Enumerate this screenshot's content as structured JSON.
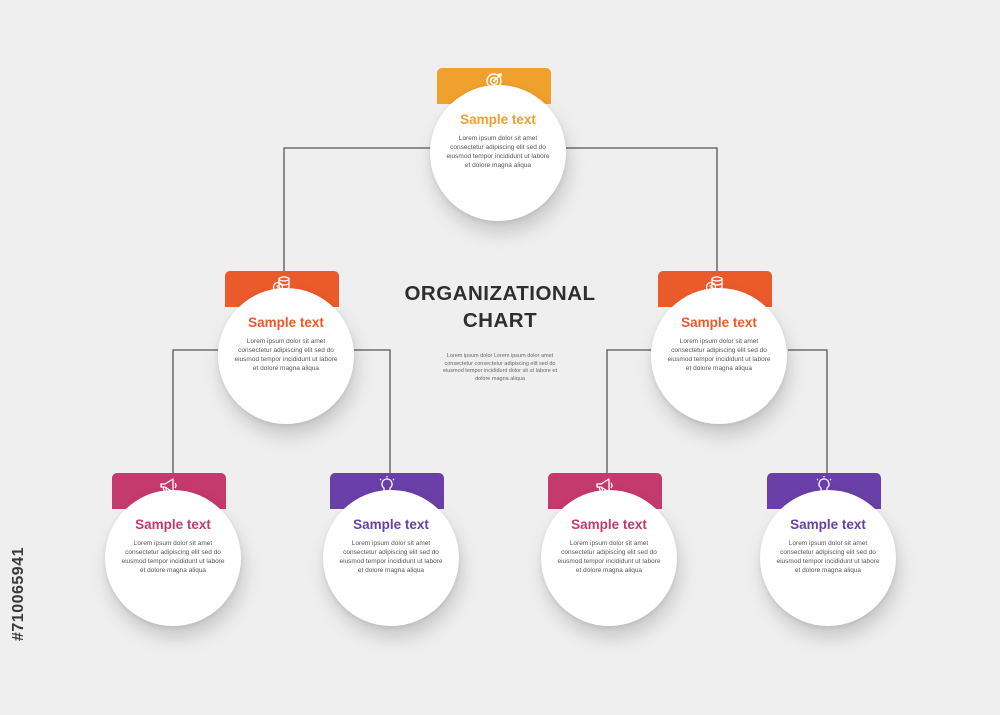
{
  "diagram": {
    "title_line1": "ORGANIZATIONAL",
    "title_line2": "CHART",
    "center_text": "Lorem ipsum dolor Lorem ipsum dolor amet consectetur consectetur adipiscing elit sed do eiusmod tempor incididunt dolor sit ut labore et dolore magna aliqua",
    "nodes": [
      {
        "title": "Sample text",
        "body": "Lorem ipsum dolor sit amet consectetur adipiscing elit sed do eiusmod tempor incididunt ut labore et dolore magna aliqua",
        "color": "#f0a02c",
        "icon": "target-icon"
      },
      {
        "title": "Sample text",
        "body": "Lorem ipsum dolor sit amet consectetur adipiscing elit sed do eiusmod tempor incididunt ut labore et dolore magna aliqua",
        "color": "#eb5a2a",
        "icon": "coins-icon"
      },
      {
        "title": "Sample text",
        "body": "Lorem ipsum dolor sit amet consectetur adipiscing elit sed do eiusmod tempor incididunt ut labore et dolore magna aliqua",
        "color": "#eb5a2a",
        "icon": "coins-icon"
      },
      {
        "title": "Sample text",
        "body": "Lorem ipsum dolor sit amet consectetur adipiscing elit sed do eiusmod tempor incididunt ut labore et dolore magna aliqua",
        "color": "#c43a6c",
        "icon": "megaphone-icon"
      },
      {
        "title": "Sample text",
        "body": "Lorem ipsum dolor sit amet consectetur adipiscing elit sed do eiusmod tempor incididunt ut labore et dolore magna aliqua",
        "color": "#6a40a8",
        "icon": "lightbulb-icon"
      },
      {
        "title": "Sample text",
        "body": "Lorem ipsum dolor sit amet consectetur adipiscing elit sed do eiusmod tempor incididunt ut labore et dolore magna aliqua",
        "color": "#c43a6c",
        "icon": "megaphone-icon"
      },
      {
        "title": "Sample text",
        "body": "Lorem ipsum dolor sit amet consectetur adipiscing elit sed do eiusmod tempor incididunt ut labore et dolore magna aliqua",
        "color": "#6a40a8",
        "icon": "lightbulb-icon"
      }
    ]
  },
  "watermark": {
    "id_text": "#710065941"
  }
}
